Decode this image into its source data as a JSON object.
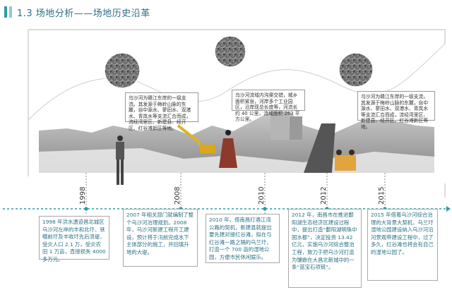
{
  "header": {
    "title": "1.3 场地分析——场地历史沿革",
    "accent_color": "#2c9ca8"
  },
  "timeline": {
    "years": [
      "1998",
      "2008",
      "2010",
      "2012",
      "2015"
    ],
    "line_color": "#2c9ca8"
  },
  "photo_cards": [
    {
      "text": "乌沙河为赣江东岸的一级支流。其发源于梅岭山脉的东麓，自中源水、蓼田水、双港水、青岚水等支流汇合而成，流经湾里区、新建县、经开区、红谷滩新区等地。"
    },
    {
      "text": "乌沙河流域内沟渠交错，城乡面积紧张，河岸多个工业园区，沿岸现总长度等，河流长约 40 公里，流域面积 263 平方公里。"
    },
    {
      "text": "乌沙河为赣江东岸的一级支流。其发源于梅岭山脉的东麓，自中源水、蓼田水、双港水、青岚水等支流汇合而成，流经湾里区、新建县、经开区、红谷滩新区等地。"
    }
  ],
  "events": [
    {
      "year": "1998",
      "text": "1998 年洪水遗迹昌北城区乌沙河左岸的丰和北圩、铁鳝前圩及丰收圩先后溃堤，受灾人口 2.1 万，受灾农田 1 万亩，直接损失 4000 多万元。"
    },
    {
      "year": "2008",
      "text": "2007 年相关部门就编制了整个乌沙河治理规划。2008 年，乌沙河新建工程开工建设，预计将于汛前完成水下主体部分的施工，并回填升地的大堤。"
    },
    {
      "year": "2010",
      "text": "2010 年，借南昌打通江湾公路的契机，新建县就提出要先建对接红谷滩，拟在与红谷滩一路之隔的乌兰圩，打造一个 700 亩的湿地公园，方便市民休闲娱乐。"
    },
    {
      "year": "2012",
      "text": "2012 年，南昌市在推进鄱阳湖生态经济区建设过程中，提出打造“鄱阳湖明珠中国水都”，决定投资 13.42 亿元，实施乌沙河综合整治工程，致力于把乌沙河打造为镶嵌在大昌北新城中的一条“蓝宝石项链”。"
    },
    {
      "year": "2015",
      "text": "2015 年借着乌沙河综合治理的大背景大契机，乌兰圩湿地公园建设纳入乌沙河沿河景观带建设工程中，过了多久，红谷滩也将会有自己的湿地公园了。"
    }
  ]
}
